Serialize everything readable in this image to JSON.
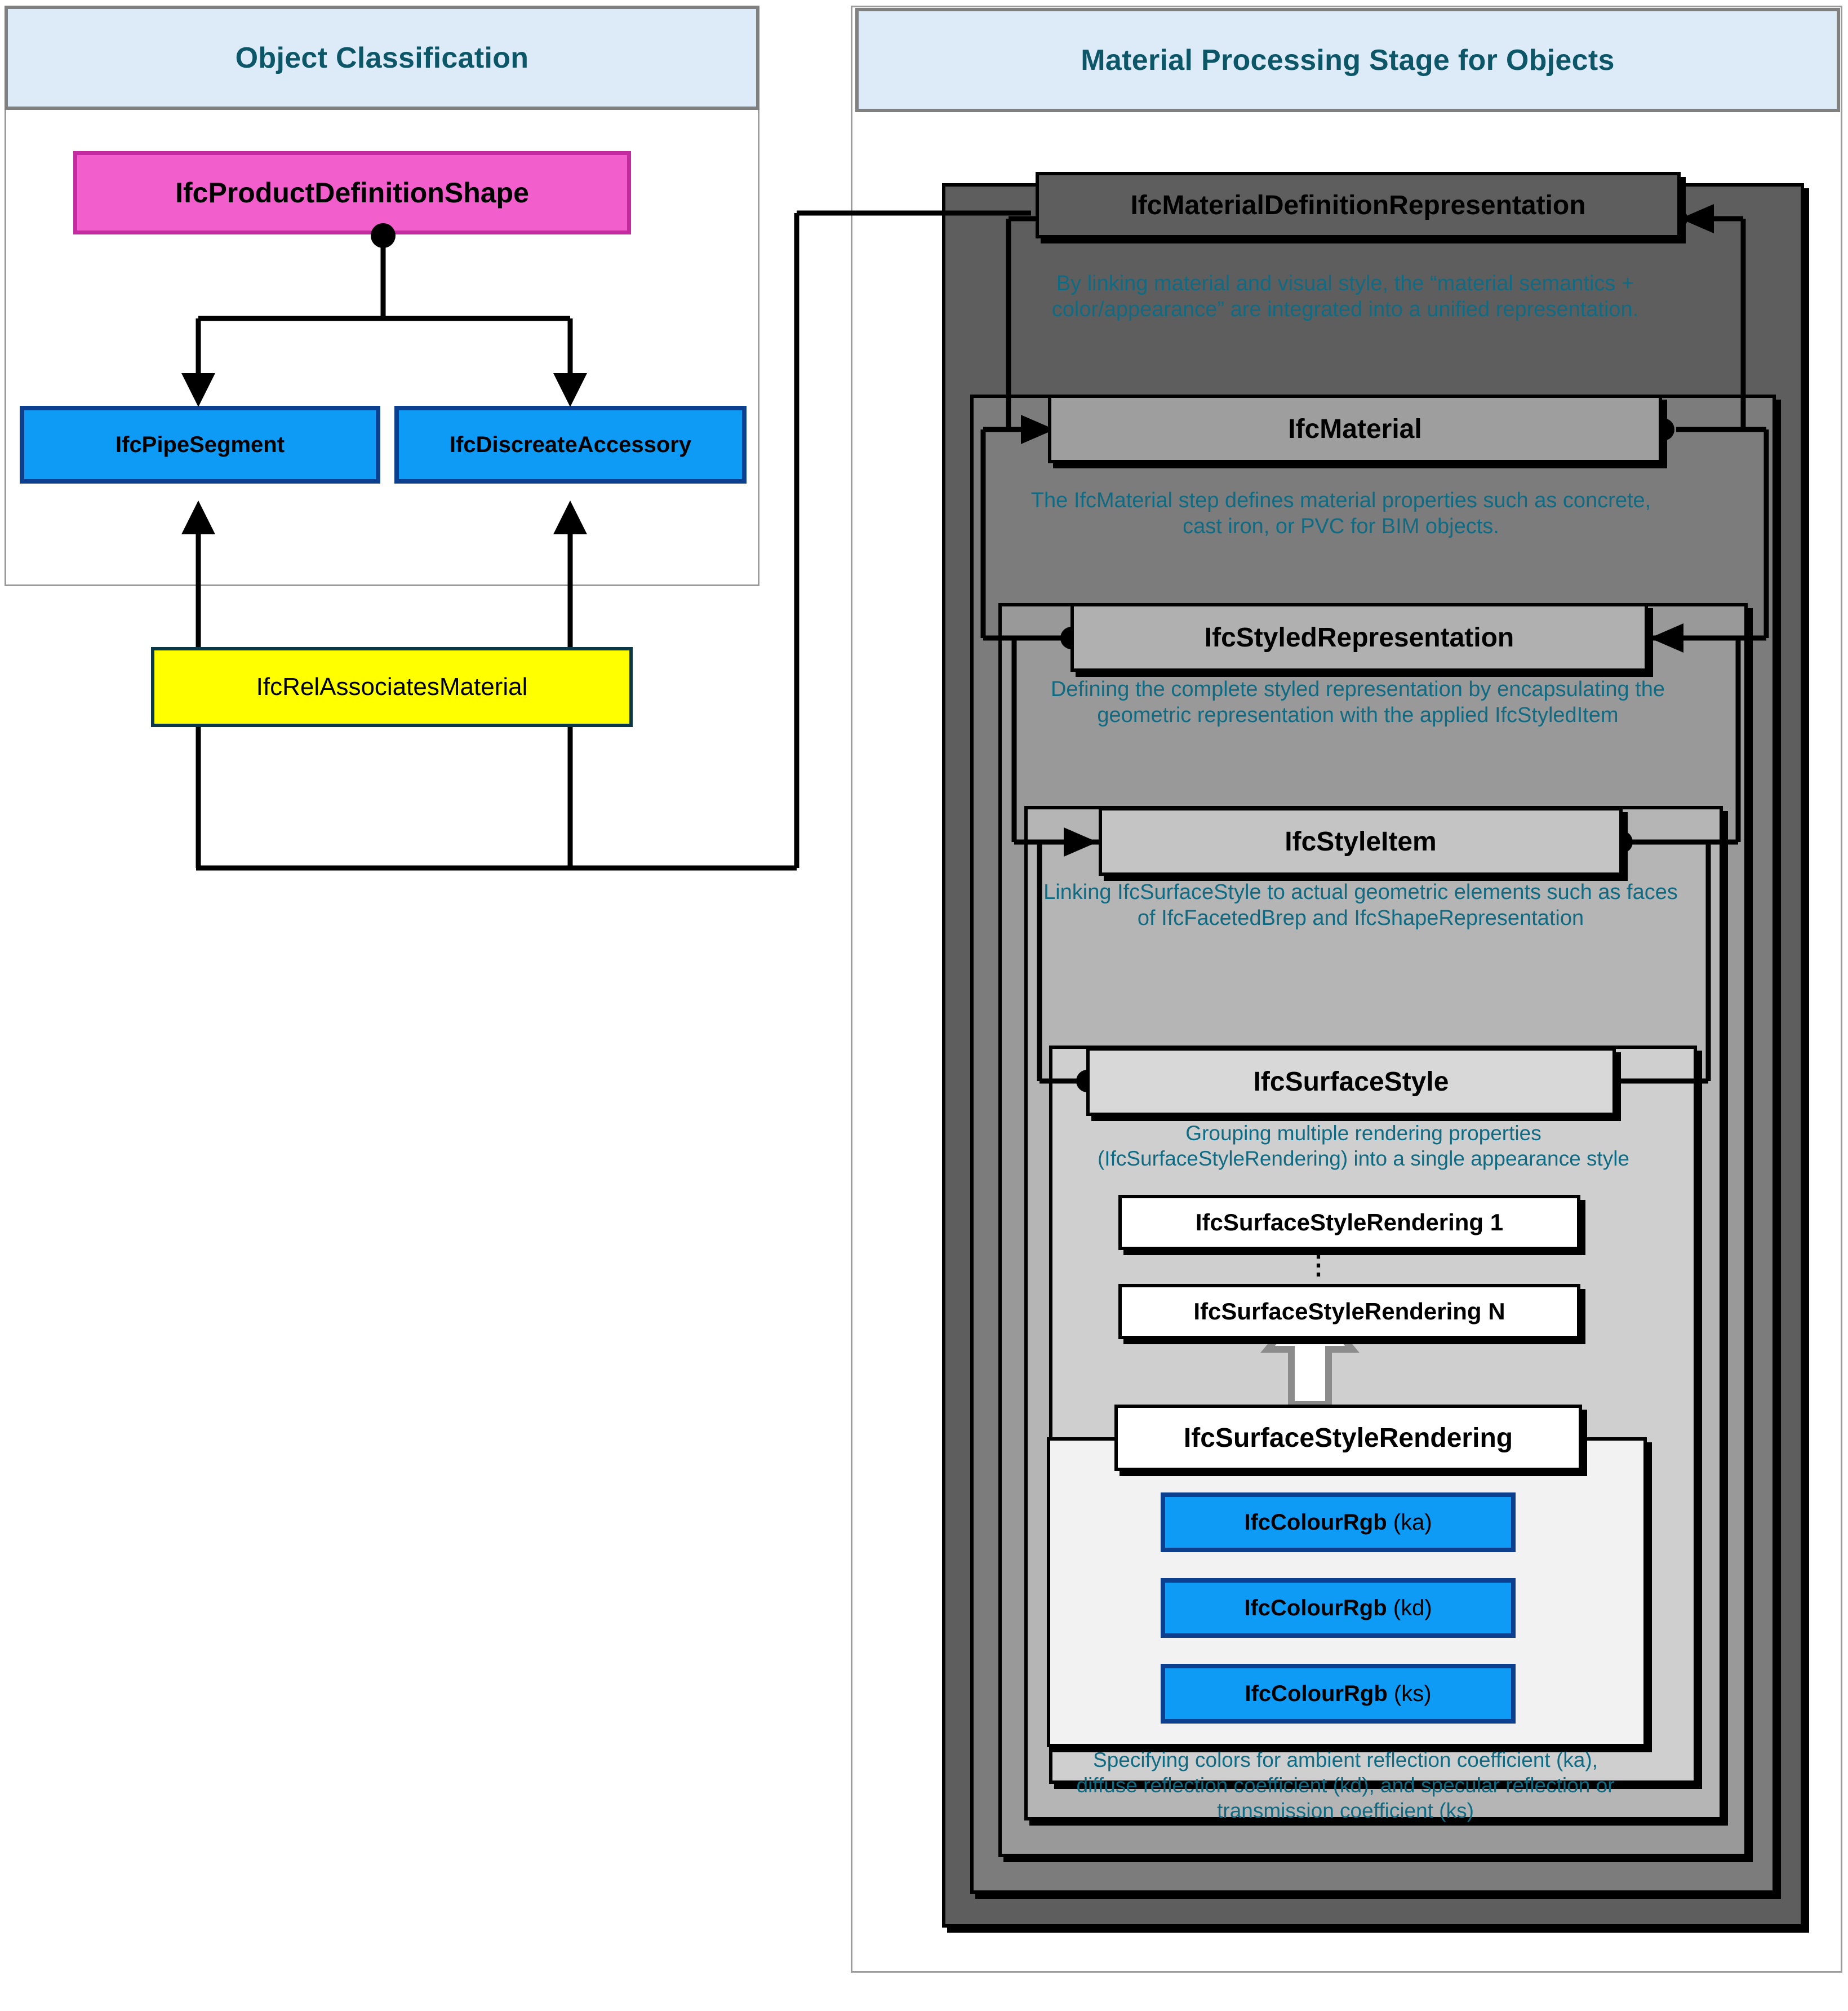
{
  "left_panel": {
    "header": "Object Classification",
    "nodes": {
      "product_definition_shape": "IfcProductDefinitionShape",
      "pipe_segment": "IfcPipeSegment",
      "discreate_accessory": "IfcDiscreateAccessory",
      "rel_associates_material": "IfcRelAssociatesMaterial"
    }
  },
  "right_panel": {
    "header": "Material Processing Stage for Objects",
    "stages": [
      {
        "title": "IfcMaterialDefinitionRepresentation",
        "description": "By linking material and visual style, the “material semantics + color/appearance” are integrated into a unified representation."
      },
      {
        "title": "IfcMaterial",
        "description": "The IfcMaterial step defines material properties such as concrete, cast iron, or PVC for BIM objects."
      },
      {
        "title": "IfcStyledRepresentation",
        "description": "Defining the complete styled representation by encapsulating the geometric representation with the applied IfcStyledItem"
      },
      {
        "title": "IfcStyleItem",
        "description": "Linking IfcSurfaceStyle to actual geometric elements such as faces of IfcFacetedBrep and IfcShapeRepresentation"
      },
      {
        "title": "IfcSurfaceStyle",
        "description": "Grouping multiple rendering properties (IfcSurfaceStyleRendering) into a single appearance style"
      },
      {
        "title": "IfcSurfaceStyleRendering",
        "description": "Specifying colors for ambient reflection coefficient (ka), diffuse reflection coefficient (kd), and specular reflection or transmission coefficient (ks)"
      }
    ],
    "rendering_list": {
      "first": "IfcSurfaceStyleRendering 1",
      "ellipsis": "⋮",
      "last": "IfcSurfaceStyleRendering N"
    },
    "colour_nodes": [
      {
        "name": "IfcColourRgb",
        "param": "(ka)"
      },
      {
        "name": "IfcColourRgb",
        "param": "(kd)"
      },
      {
        "name": "IfcColourRgb",
        "param": "(ks)"
      }
    ]
  },
  "colors": {
    "header_fill": "#dcebf7",
    "header_text": "#0c5668",
    "header_border": "#808080",
    "panel_border": "#9a9a9a",
    "pink_fill": "#f25ecb",
    "pink_border": "#c42ba0",
    "blue_fill": "#0d9bf5",
    "blue_border": "#0d3f8f",
    "yellow_fill": "#ffff00",
    "yellow_border": "#0c3747",
    "description_text": "#0f6b83",
    "nest_1": "#5e5e5e",
    "nest_2": "#7c7c7c",
    "nest_3": "#999999",
    "nest_4": "#b5b5b5",
    "nest_5": "#cfcfcf",
    "nest_6": "#f2f2f2"
  }
}
